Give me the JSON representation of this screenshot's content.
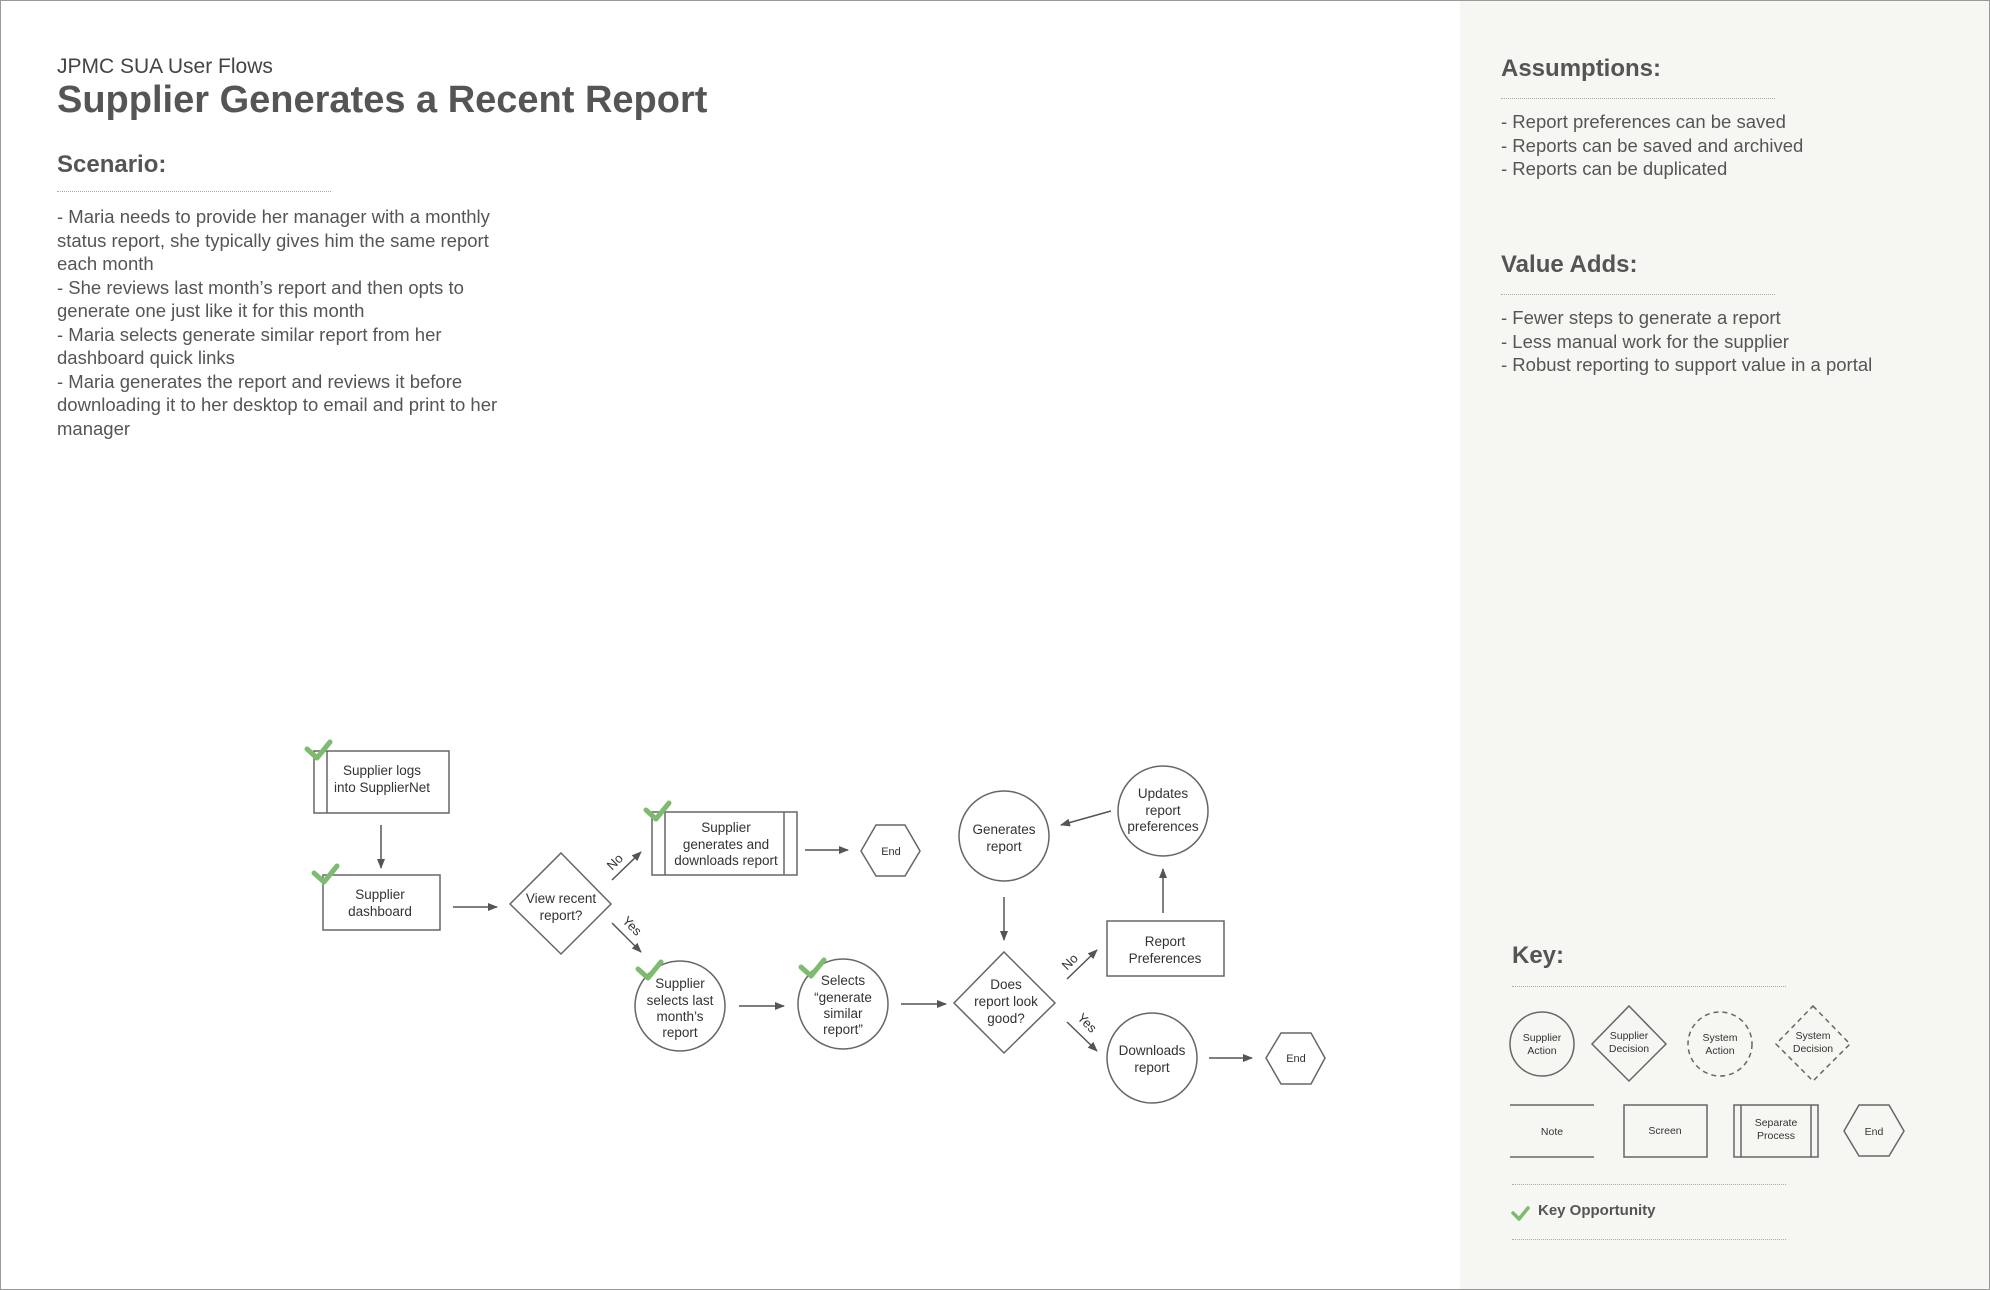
{
  "header": {
    "subtitle": "JPMC SUA User Flows",
    "title": "Supplier Generates a Recent Report"
  },
  "scenario": {
    "heading": "Scenario:",
    "items": [
      "- Maria needs to provide her manager with a monthly status report, she typically gives him the same report each month",
      "- She reviews last month’s report and then opts to generate one just like it for this month",
      "- Maria selects generate similar report from her dashboard quick links",
      "- Maria generates the report and reviews it before downloading it to her desktop to email and print to her manager"
    ]
  },
  "assumptions": {
    "heading": "Assumptions:",
    "items": [
      "- Report preferences can be saved",
      "- Reports can be saved and archived",
      "- Reports can be duplicated"
    ]
  },
  "value_adds": {
    "heading": "Value Adds:",
    "items": [
      "- Fewer steps to generate a report",
      "- Less manual work for the supplier",
      "- Robust reporting to support value in a portal"
    ]
  },
  "flow": {
    "nodes": {
      "logs": [
        "Supplier logs",
        "into SupplierNet"
      ],
      "dashboard": [
        "Supplier",
        "dashboard"
      ],
      "view_recent": [
        "View recent",
        "report?"
      ],
      "generates_downloads": [
        "Supplier",
        "generates and",
        "downloads report"
      ],
      "end1": [
        "End"
      ],
      "selects_last": [
        "Supplier",
        "selects last",
        "month’s",
        "report"
      ],
      "selects_similar": [
        "Selects",
        "“generate",
        "similar",
        "report”"
      ],
      "generates": [
        "Generates",
        "report"
      ],
      "look_good": [
        "Does",
        "report look",
        "good?"
      ],
      "report_prefs": [
        "Report",
        "Preferences"
      ],
      "updates_prefs": [
        "Updates",
        "report",
        "preferences"
      ],
      "downloads": [
        "Downloads",
        "report"
      ],
      "end2": [
        "End"
      ]
    },
    "edge_labels": {
      "no1": "No",
      "yes1": "Yes",
      "no2": "No",
      "yes2": "Yes"
    },
    "key_opportunity_nodes": [
      "logs",
      "dashboard",
      "generates_downloads",
      "selects_last",
      "selects_similar"
    ],
    "key_opportunity_color": "#7dbb6f",
    "stroke_color": "#666666"
  },
  "key": {
    "heading": "Key:",
    "shapes": {
      "supplier_action": [
        "Supplier",
        "Action"
      ],
      "supplier_decision": [
        "Supplier",
        "Decision"
      ],
      "system_action": [
        "System",
        "Action"
      ],
      "system_decision": [
        "System",
        "Decision"
      ],
      "note": [
        "Note"
      ],
      "screen": [
        "Screen"
      ],
      "separate_process": [
        "Separate",
        "Process"
      ],
      "end": [
        "End"
      ]
    },
    "key_opportunity": "Key Opportunity"
  },
  "colors": {
    "panel_bg": "#f6f6f2",
    "text": "#555555",
    "check": "#7dbb6f"
  }
}
